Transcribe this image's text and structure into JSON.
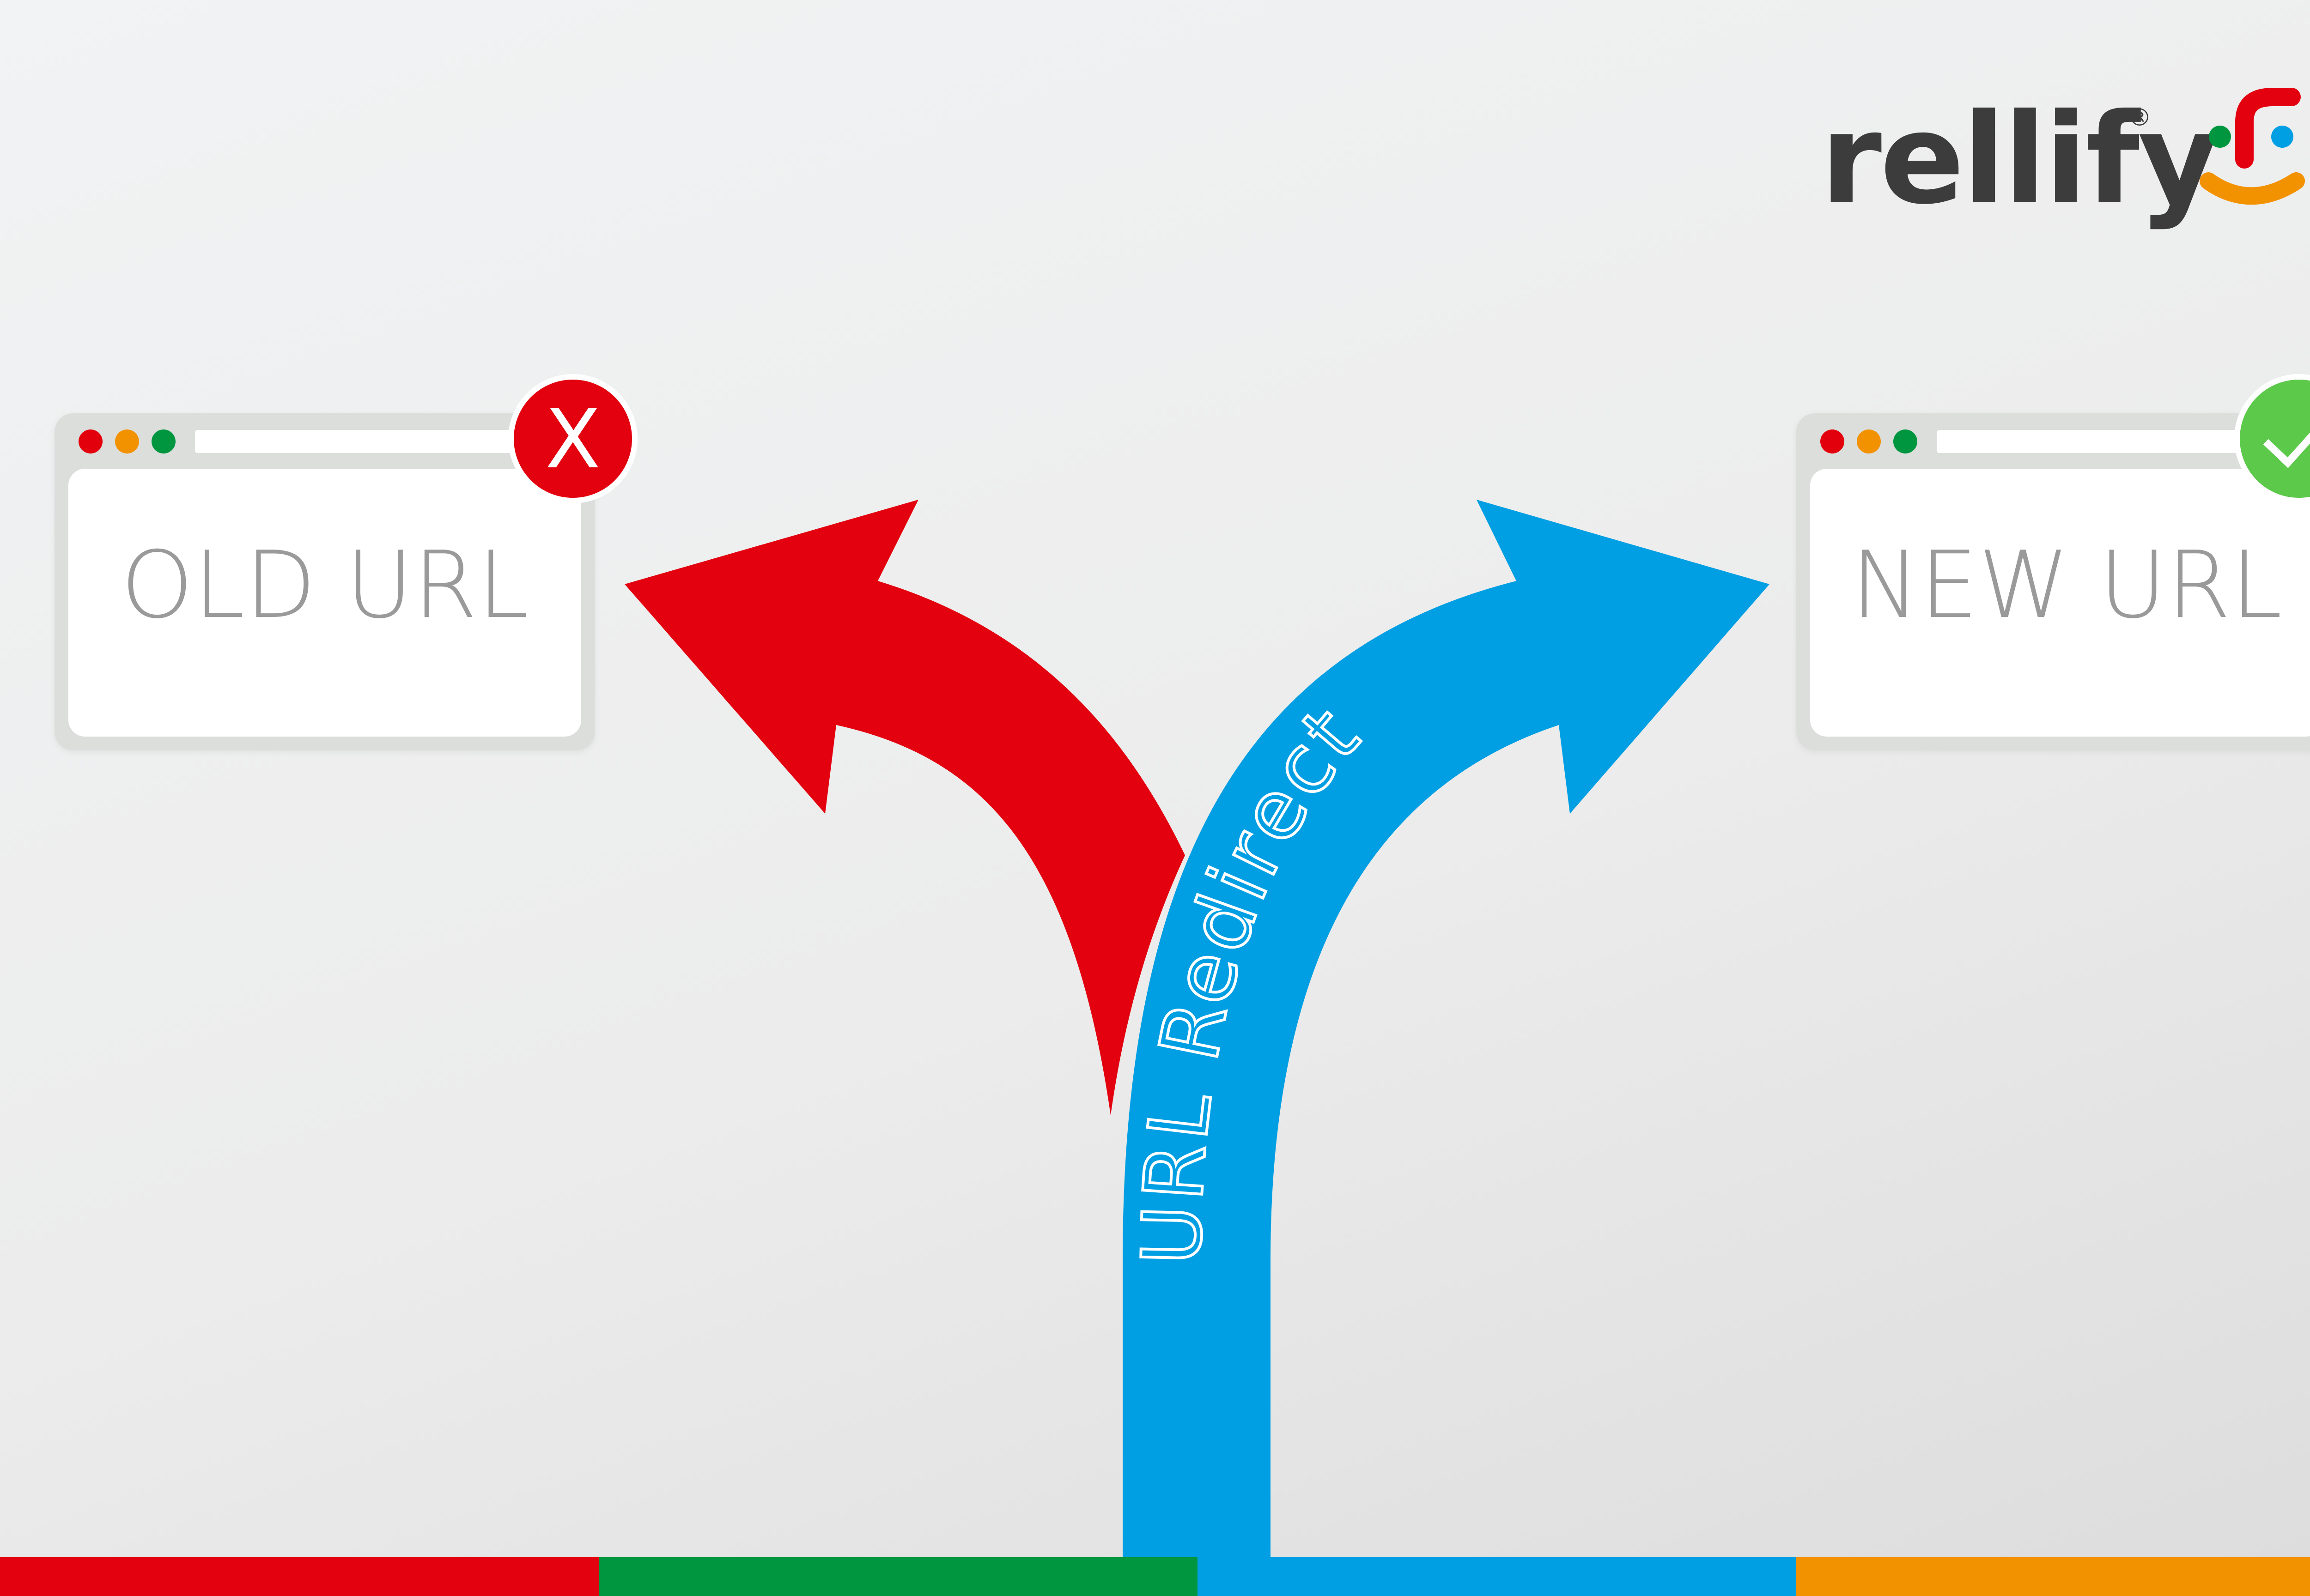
{
  "brand": {
    "name": "rellify",
    "registered_mark": "®",
    "colors": {
      "red": "#e3000f",
      "green": "#009640",
      "blue": "#009fe3",
      "orange": "#f39200",
      "text": "#3c3c3c"
    }
  },
  "old_page": {
    "label": "OLD URL",
    "status_icon": "x-icon",
    "status_glyph": "X",
    "status_color": "#e3000f"
  },
  "new_page": {
    "label": "NEW URL",
    "status_icon": "checkmark-icon",
    "status_color": "#5cc94b"
  },
  "redirect": {
    "label": "URL Redirect",
    "arrow_color": "#009fe3",
    "old_arrow_color": "#e3000f"
  },
  "window_dots": [
    "#e3000f",
    "#f39200",
    "#009640"
  ],
  "bottom_bar": [
    "#e3000f",
    "#009640",
    "#009fe3",
    "#f39200"
  ]
}
